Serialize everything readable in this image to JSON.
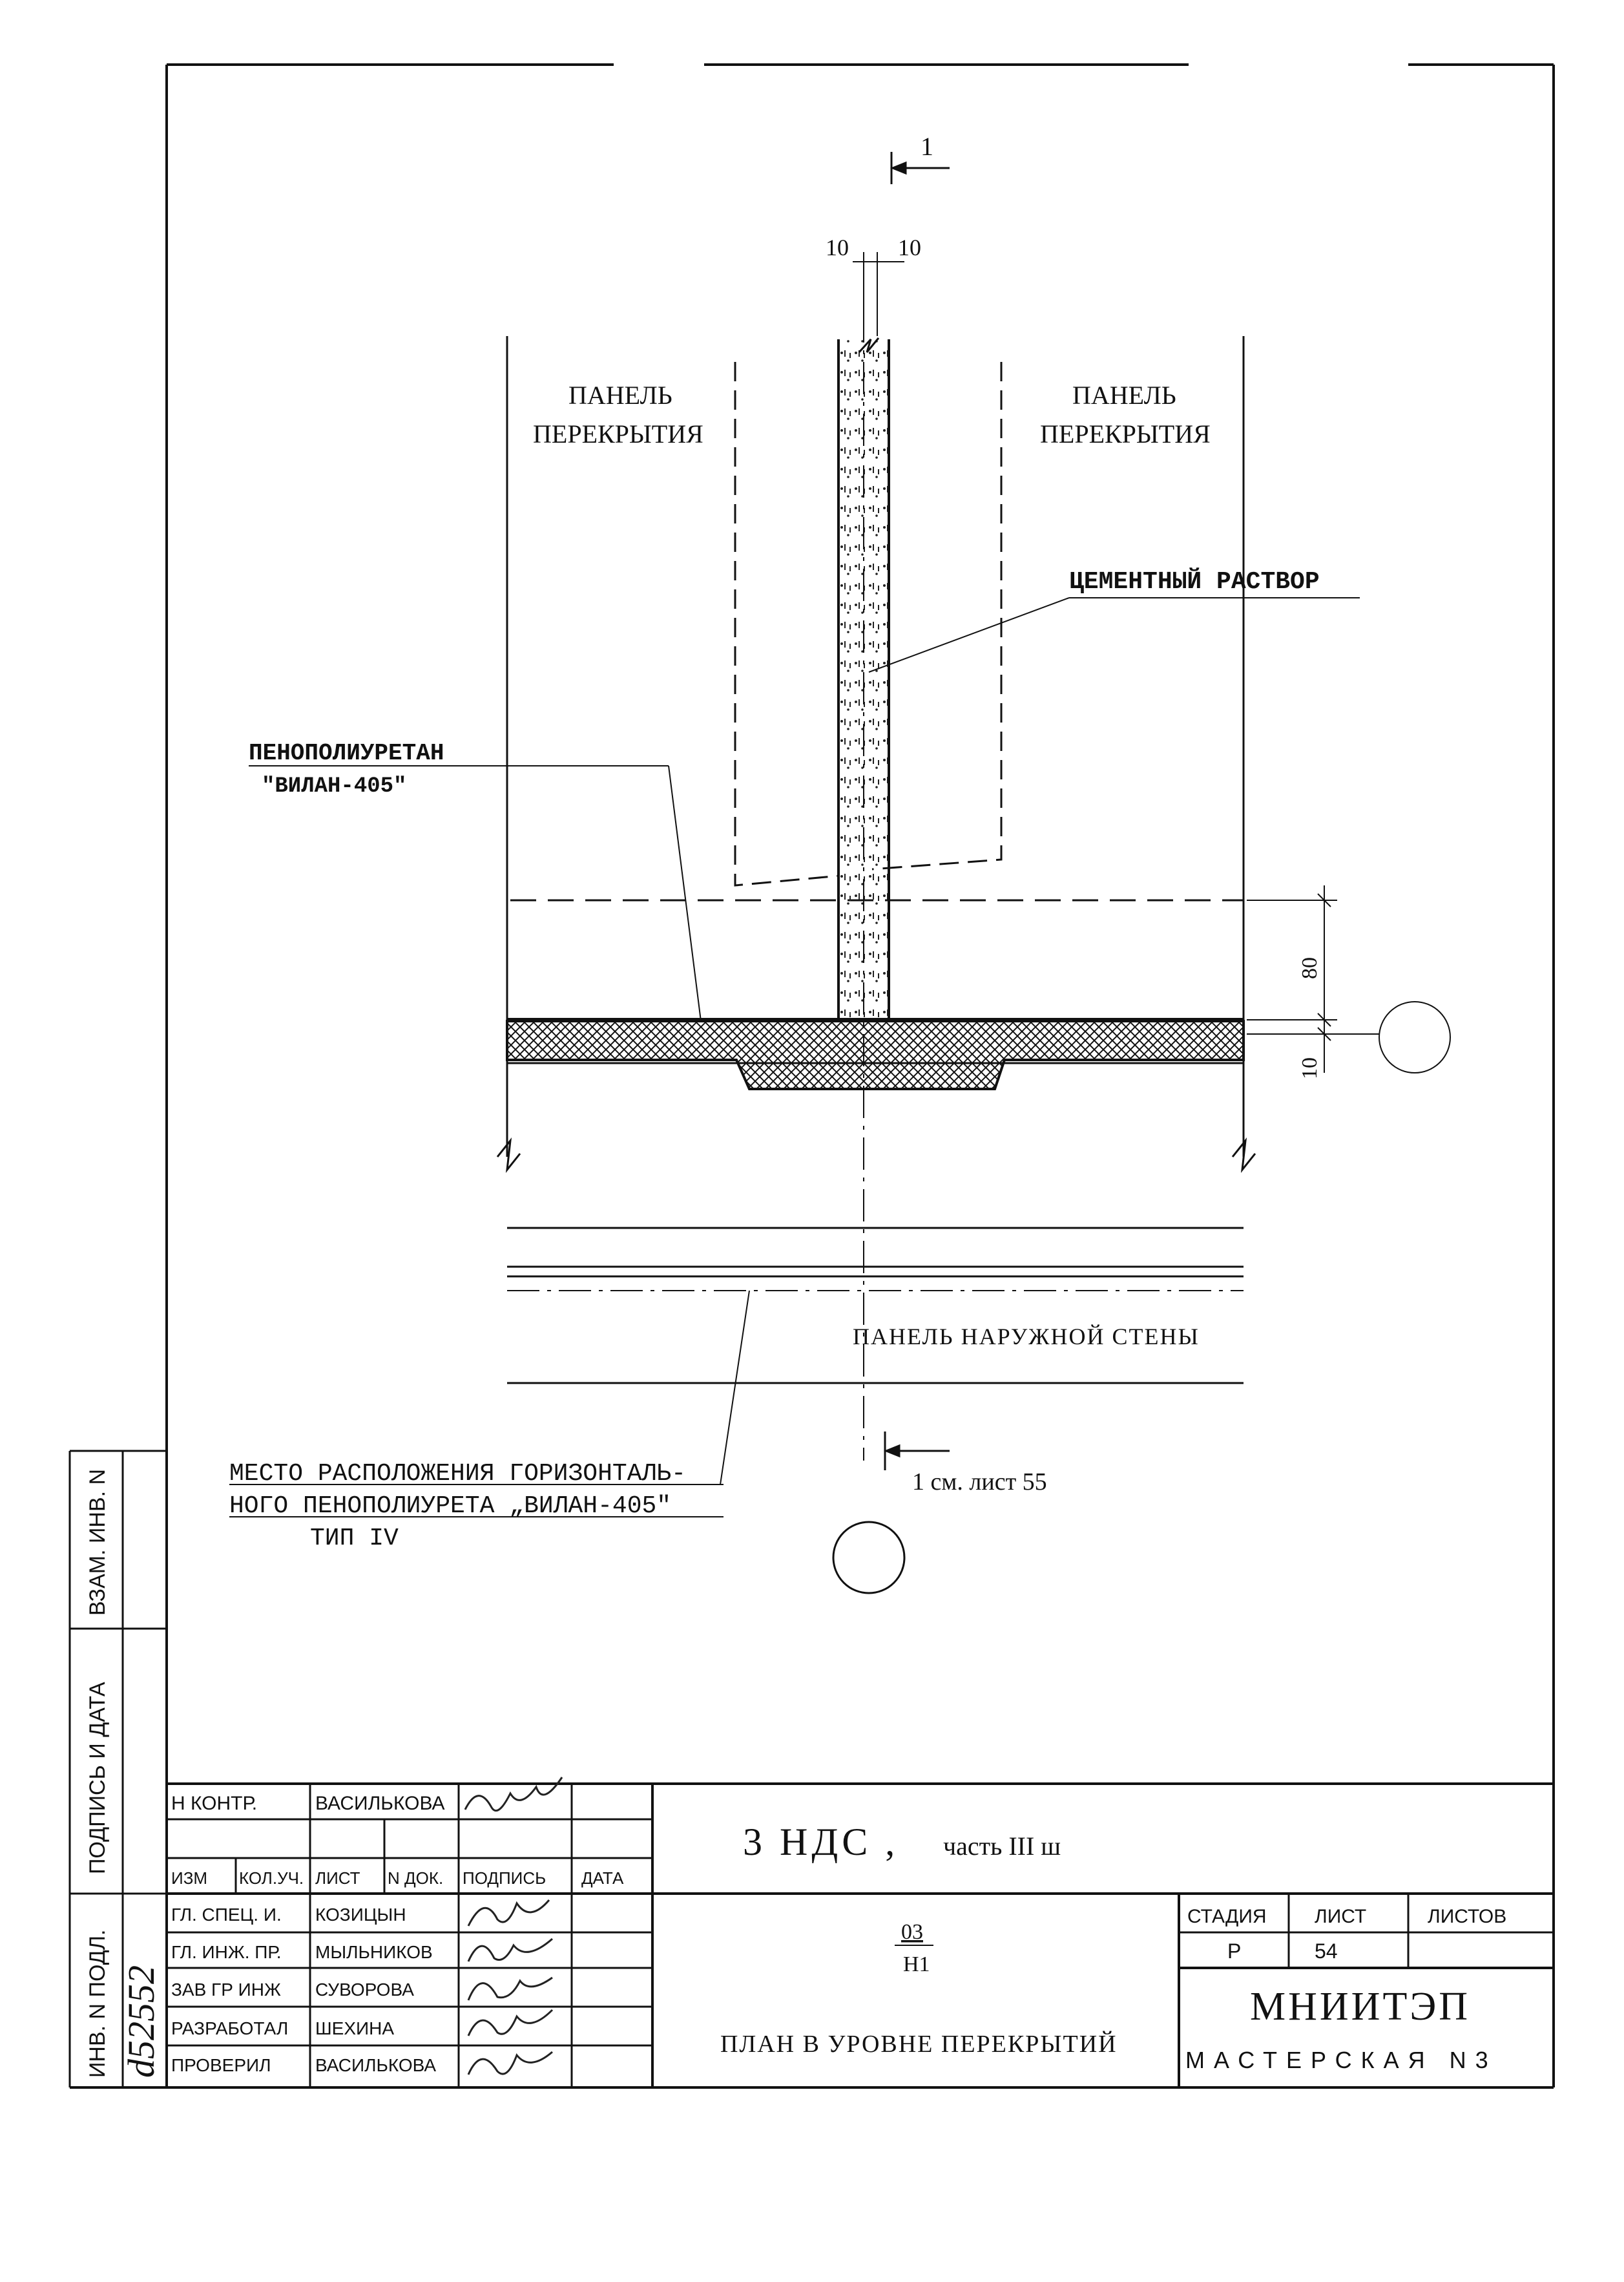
{
  "drawing": {
    "section_top_number": "1",
    "dim_gap_left": "10",
    "dim_gap_right": "10",
    "dim_80": "80",
    "dim_10": "10",
    "label_panel_left_1": "ПАНЕЛЬ",
    "label_panel_left_2": "ПЕРЕКРЫТИЯ",
    "label_panel_right_1": "ПАНЕЛЬ",
    "label_panel_right_2": "ПЕРЕКРЫТИЯ",
    "label_cement": "ЦЕМЕНТНЫЙ РАСТВОР",
    "label_foam_1": "ПЕНОПОЛИУРЕТАН",
    "label_foam_2": "\"ВИЛАН-405\"",
    "label_outer_wall": "ПАНЕЛЬ НАРУЖНОЙ СТЕНЫ",
    "note_1": "МЕСТО РАСПОЛОЖЕНИЯ ГОРИЗОНТАЛЬ-",
    "note_2": "НОГО ПЕНОПОЛИУРЕТА „ВИЛАН-405\"",
    "note_3": "ТИП IV",
    "section_bottom_ref": "1 см. лист 55"
  },
  "side_stamp": {
    "inv_podl": "ИНВ. N ПОДЛ.",
    "podpis_data": "ПОДПИСЬ И ДАТА",
    "vzam_inv": "ВЗАМ. ИНВ. N",
    "inv_number": "d52552"
  },
  "title_block": {
    "n_kontr": "Н КОНТР.",
    "n_kontr_name": "ВАСИЛЬКОВА",
    "headers": [
      "ИЗМ",
      "КОЛ.УЧ.",
      "ЛИСТ",
      "N ДОК.",
      "ПОДПИСЬ",
      "ДАТА"
    ],
    "rows": [
      {
        "role": "ГЛ. СПЕЦ. И.",
        "name": "КОЗИЦЫН"
      },
      {
        "role": "ГЛ. ИНЖ. ПР.",
        "name": "МЫЛЬНИКОВ"
      },
      {
        "role": "ЗАВ ГР ИНЖ",
        "name": "СУВОРОВА"
      },
      {
        "role": "РАЗРАБОТАЛ",
        "name": "ШЕХИНА"
      },
      {
        "role": "ПРОВЕРИЛ",
        "name": "ВАСИЛЬКОВА"
      }
    ],
    "project_title": "3 НДС ,",
    "project_part": "часть III ш",
    "doc_code_top": "03",
    "doc_code_bottom": "Н1",
    "sheet_title": "ПЛАН В УРОВНЕ ПЕРЕКРЫТИЙ",
    "stage_header": "СТАДИЯ",
    "sheet_header": "ЛИСТ",
    "sheets_header": "ЛИСТОВ",
    "stage_value": "Р",
    "sheet_value": "54",
    "sheets_value": "",
    "org_name": "МНИИТЭП",
    "org_unit": "МАСТЕРСКАЯ N3"
  }
}
